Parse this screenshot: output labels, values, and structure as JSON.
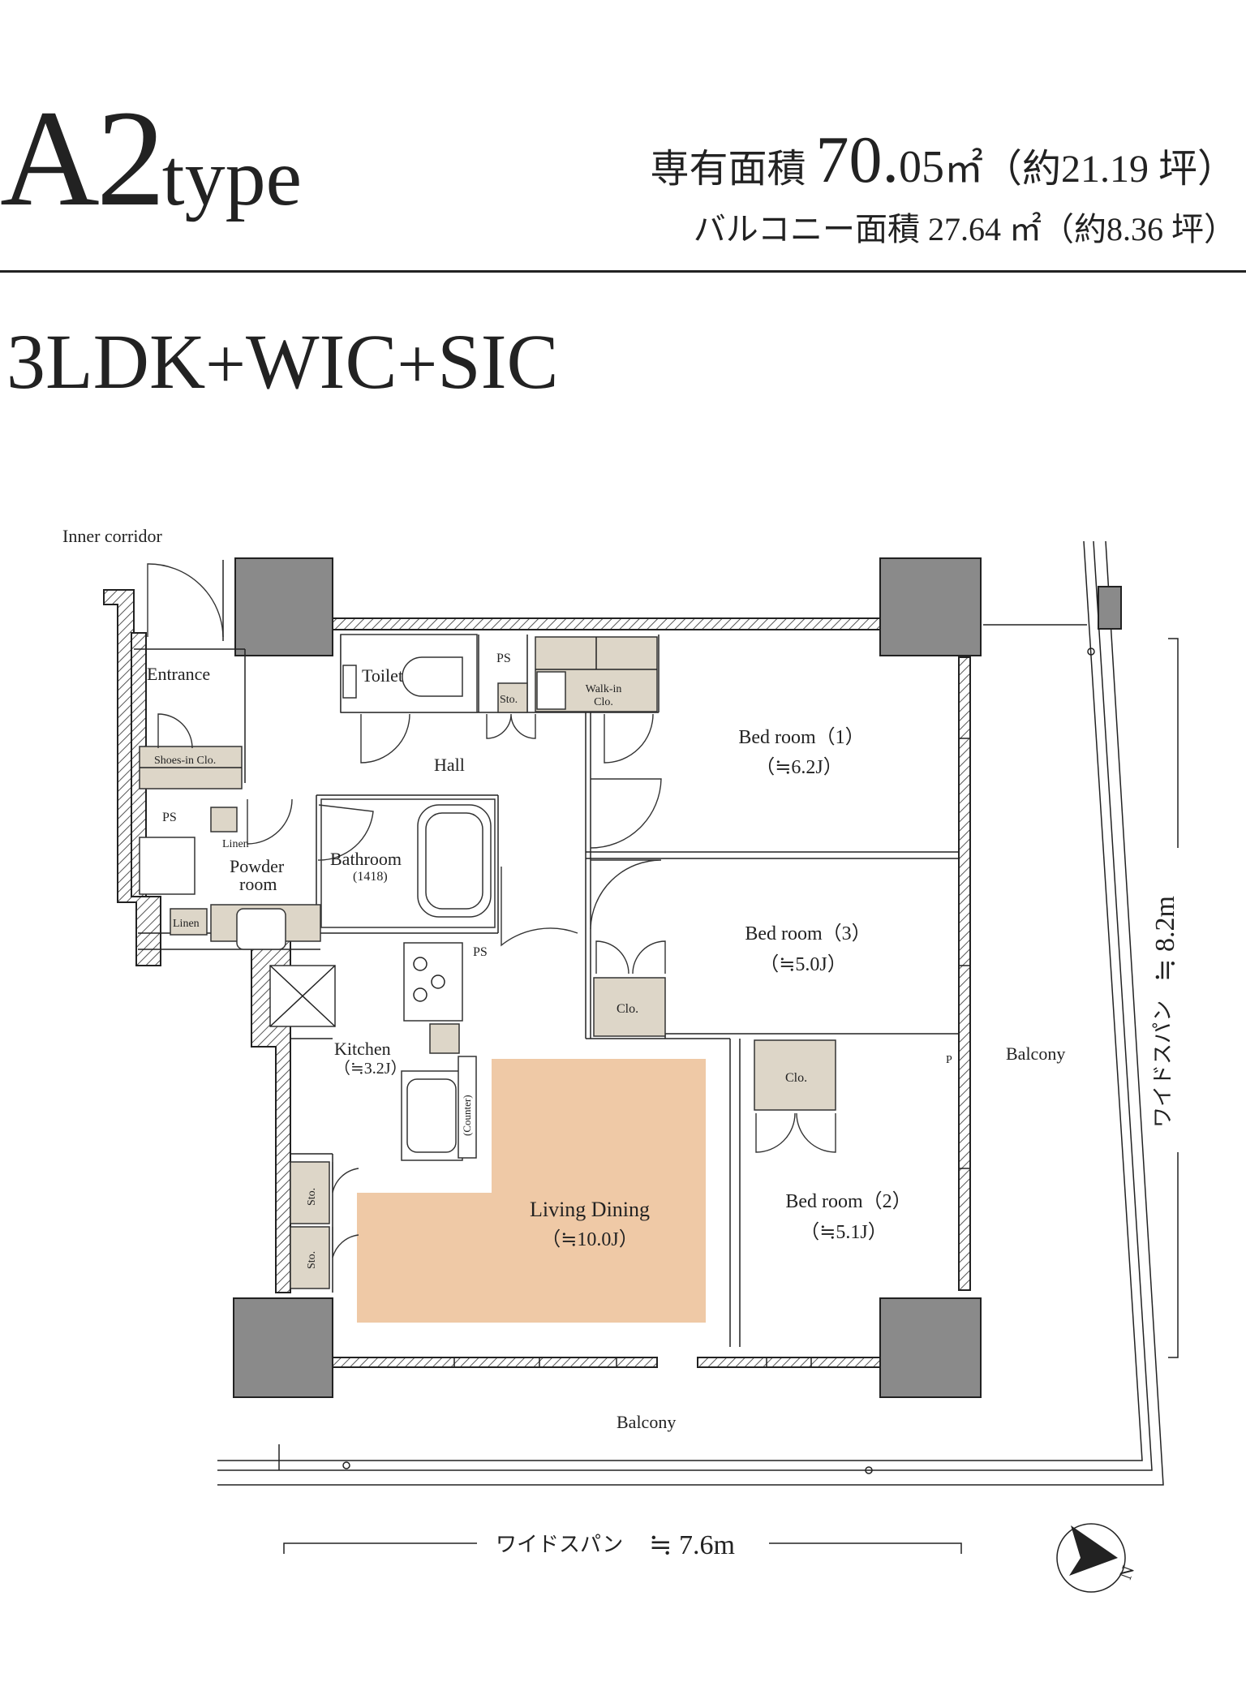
{
  "header": {
    "type_name": "A2",
    "type_suffix": "type",
    "area_label": "専有面積",
    "area_int": "70.",
    "area_dec": "05",
    "area_unit": "㎡",
    "area_tsubo": "（約21.19 坪）",
    "balcony_area_label": "バルコニー面積",
    "balcony_area": "27.64",
    "balcony_unit": "㎡",
    "balcony_tsubo": "（約8.36 坪）"
  },
  "layout": {
    "main": "3LDK",
    "plus1": "+",
    "wic": "WIC",
    "plus2": "+",
    "sic": "SIC"
  },
  "plan": {
    "inner_corridor": "Inner corridor",
    "entrance": "Entrance",
    "toilet": "Toilet",
    "ps_top": "PS",
    "ps_left": "PS",
    "ps_kitchen": "PS",
    "sto_top": "Sto.",
    "walkin": "Walk-in",
    "walkin_clo": "Clo.",
    "hall": "Hall",
    "shoes_in": "Shoes-in Clo.",
    "linen_top": "Linen",
    "linen_bottom": "Linen",
    "powder": "Powder",
    "powder_room": "room",
    "bathroom": "Bathroom",
    "bathroom_size": "(1418)",
    "kitchen": "Kitchen",
    "kitchen_size": "（≒3.2J）",
    "counter": "(Counter)",
    "sto_1": "Sto.",
    "sto_2": "Sto.",
    "living_dining": "Living Dining",
    "living_dining_size": "（≒10.0J）",
    "bed1": "Bed room（1）",
    "bed1_size": "（≒6.2J）",
    "bed3": "Bed room（3）",
    "bed3_size": "（≒5.0J）",
    "bed3_clo": "Clo.",
    "bed2": "Bed room（2）",
    "bed2_size": "（≒5.1J）",
    "bed2_clo": "Clo.",
    "p_mark": "P",
    "balcony_right": "Balcony",
    "balcony_bottom": "Balcony",
    "span_vertical_label": "ワイドスパン",
    "span_vertical_value": "≒ 8.2m",
    "span_horizontal_label": "ワイドスパン",
    "span_horizontal_value": "≒ 7.6m",
    "north_label": "N"
  },
  "colors": {
    "living_fill": "#efc9a6",
    "column_fill": "#8a8a8a",
    "fixture_fill": "#ddd6c8",
    "rule": "#222222"
  }
}
